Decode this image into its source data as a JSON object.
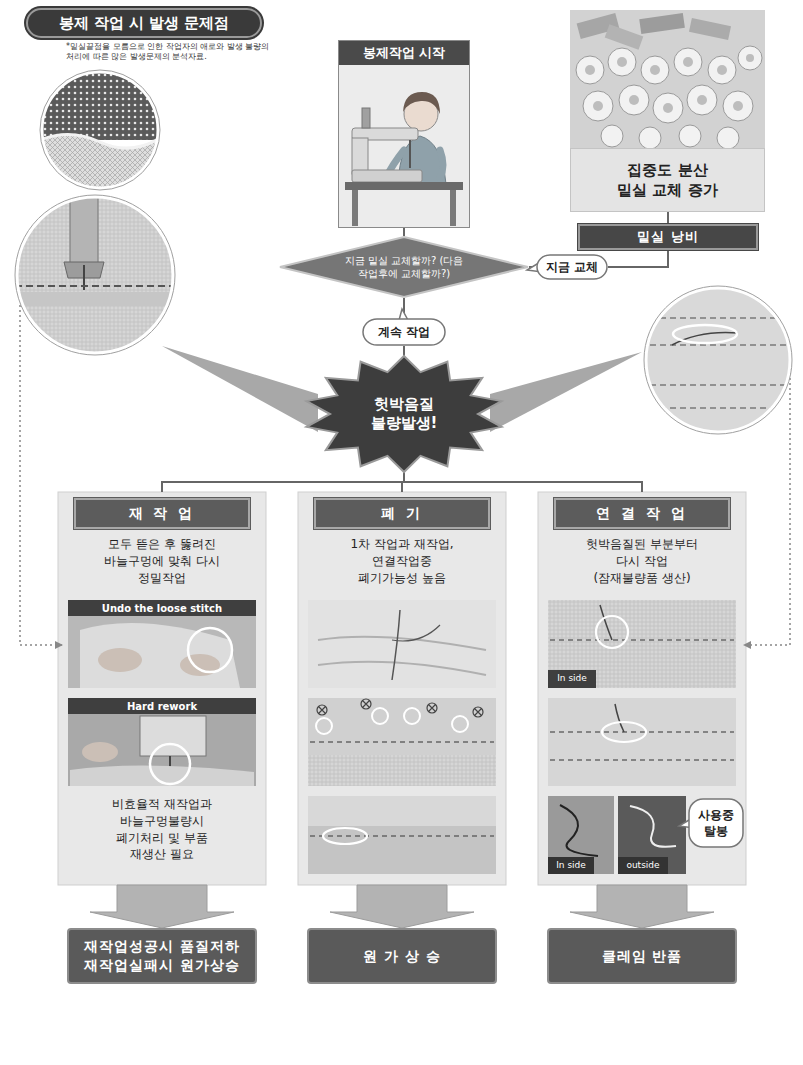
{
  "diagram": {
    "title": "봉제 작업 시 발생 문제점",
    "nodes": [
      {
        "text": [
          "봉제작업 시작"
        ]
      },
      {
        "text": [
          "집중도 분산 밑실 교체 증가"
        ]
      },
      {
        "text": [
          "밑실 낭비"
        ]
      },
      {
        "text": [
          "지금 밑실 교체할까? (다음 작업후에 교체할까?)"
        ]
      },
      {
        "text": [
          "지금 교체"
        ]
      },
      {
        "text": [
          "계속 작업"
        ]
      },
      {
        "text": [
          "헛박음질 불량발생!"
        ]
      },
      {
        "text": [
          "재 작 업",
          "모두 뜯은 후 뚫려진 바늘구멍에 맞춰 다시 정밀작업",
          "비효율적 재작업과 바늘구멍불량시 폐기처리 및 부품 재생산 필요"
        ]
      },
      {
        "text": [
          "폐 기",
          "1차 작업과 재작업, 연결작업중 폐기가능성 높음"
        ]
      },
      {
        "text": [
          "연 결 작 업",
          "헛박음질된 부분부터 다시 작업 (잠재불량품 생산)"
        ]
      },
      {
        "text": [
          "사용중 탈봉"
        ],
        "in": 9
      },
      {
        "text": [
          "재작업성공시 품질저하 재작업실패시 원가상승"
        ]
      },
      {
        "text": [
          "원 가 상 승"
        ]
      },
      {
        "text": [
          "클레임 반품"
        ]
      }
    ],
    "edges": [
      {
        "from": 0,
        "to": 3,
        "arrow": "none"
      },
      {
        "from": 1,
        "to": 2,
        "arrow": "none"
      },
      {
        "from": 3,
        "to": 4,
        "arrow": "none"
      },
      {
        "from": 4,
        "to": 2,
        "arrow": "none"
      },
      {
        "from": 3,
        "to": 5,
        "arrow": "none"
      },
      {
        "from": 5,
        "to": 6,
        "arrow": "none"
      },
      {
        "from": 6,
        "to": 7,
        "arrow": "none"
      },
      {
        "from": 6,
        "to": 8,
        "arrow": "none"
      },
      {
        "from": 6,
        "to": 9,
        "arrow": "none"
      },
      {
        "from": 7,
        "to": 11,
        "arrow": "to"
      },
      {
        "from": 8,
        "to": 12,
        "arrow": "to"
      },
      {
        "from": 9,
        "to": 13,
        "arrow": "to"
      }
    ],
    "labels": [
      "*밑실끝점을 모름으로 인한 작업자의 애로와 발생 불량의 처리에 따른 많은 발생문제의 분석자료.",
      "Undo the loose stitch",
      "Hard rework",
      "In side",
      "In side",
      "outside"
    ]
  }
}
